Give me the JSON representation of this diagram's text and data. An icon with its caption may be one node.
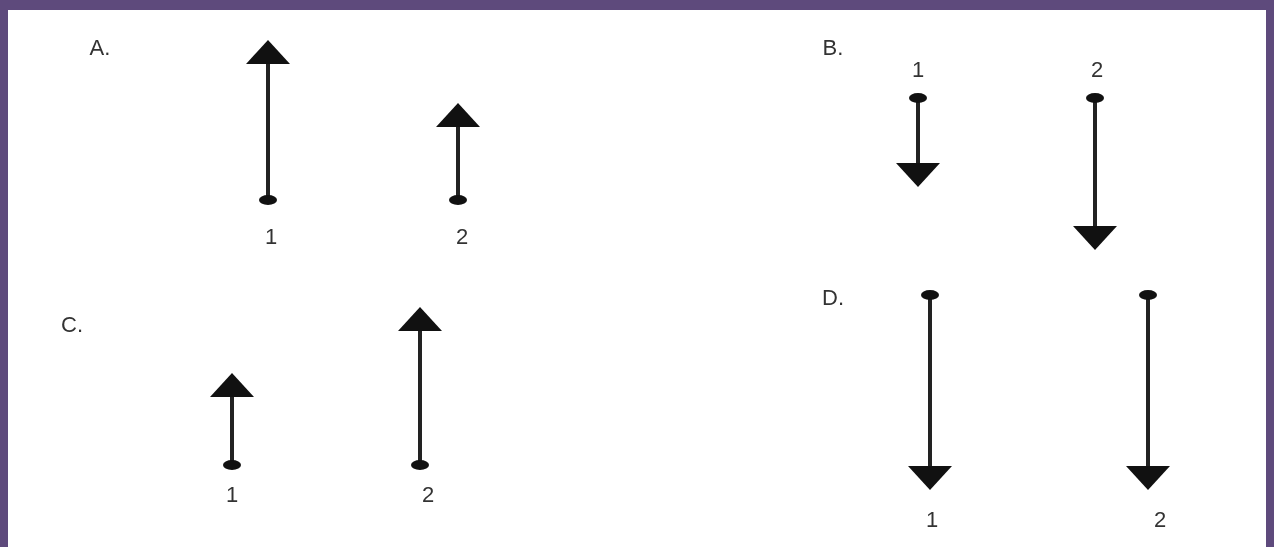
{
  "diagram": {
    "labels": [
      "A.",
      "B.",
      "1",
      "2",
      "1",
      "2",
      "C.",
      "D.",
      "1",
      "2",
      "1",
      "2"
    ]
  }
}
